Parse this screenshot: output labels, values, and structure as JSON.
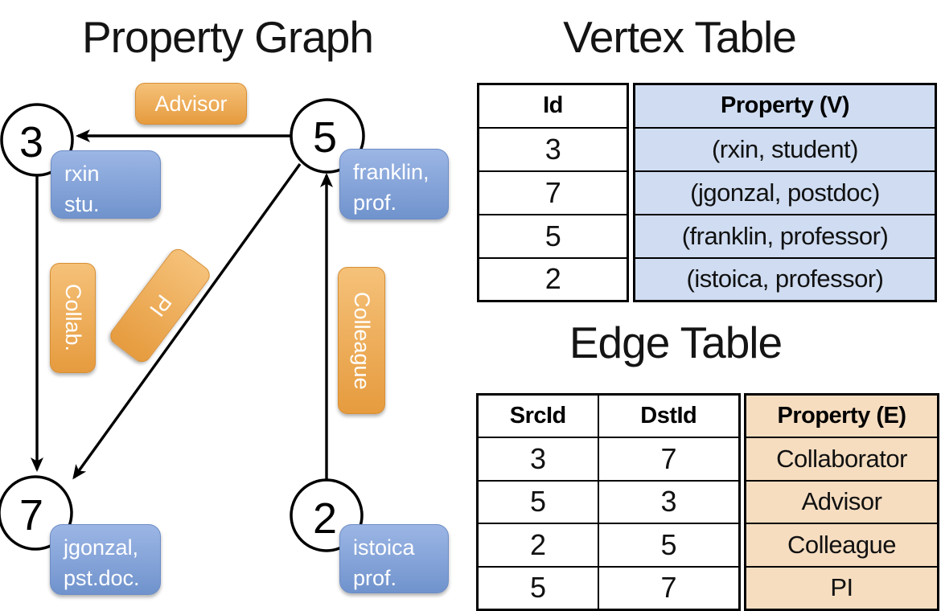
{
  "graph": {
    "title": "Property Graph",
    "nodes": [
      {
        "id": "3",
        "label": "rxin\nstu."
      },
      {
        "id": "5",
        "label": "franklin,\nprof."
      },
      {
        "id": "7",
        "label": "jgonzal,\npst.doc."
      },
      {
        "id": "2",
        "label": "istoica\nprof."
      }
    ],
    "edge_labels": [
      "Advisor",
      "Collab.",
      "PI",
      "Colleague"
    ]
  },
  "vertex_table": {
    "title": "Vertex Table",
    "columns": [
      "Id",
      "Property (V)"
    ],
    "rows": [
      [
        "3",
        "(rxin, student)"
      ],
      [
        "7",
        "(jgonzal, postdoc)"
      ],
      [
        "5",
        "(franklin, professor)"
      ],
      [
        "2",
        "(istoica, professor)"
      ]
    ]
  },
  "edge_table": {
    "title": "Edge Table",
    "columns": [
      "SrcId",
      "DstId",
      "Property (E)"
    ],
    "rows": [
      [
        "3",
        "7",
        "Collaborator"
      ],
      [
        "5",
        "3",
        "Advisor"
      ],
      [
        "2",
        "5",
        "Colleague"
      ],
      [
        "5",
        "7",
        "PI"
      ]
    ]
  },
  "colors": {
    "vertex_box_blue": "#7e9fd6",
    "edge_box_orange": "#eda74f",
    "vertex_cell_bg": "#cfdcf1",
    "edge_cell_bg": "#f6ddc0",
    "line_black": "#000000"
  }
}
